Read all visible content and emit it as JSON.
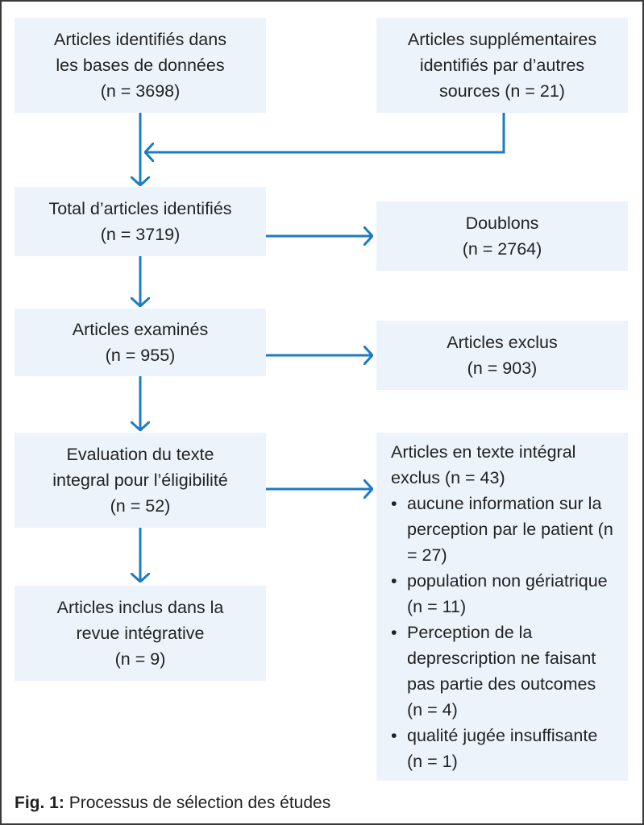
{
  "boxes": {
    "databases": {
      "lines": [
        "Articles identifiés dans",
        "les bases de données",
        "(n = 3698)"
      ]
    },
    "other_sources": {
      "lines": [
        "Articles supplémentaires",
        "identifiés par d’autres",
        "sources (n = 21)"
      ]
    },
    "total": {
      "lines": [
        "Total d’articles identifiés",
        "(n = 3719)"
      ]
    },
    "duplicates": {
      "lines": [
        "Doublons",
        "(n = 2764)"
      ]
    },
    "screened": {
      "lines": [
        "Articles examinés",
        "(n = 955)"
      ]
    },
    "excluded": {
      "lines": [
        "Articles exclus",
        "(n = 903)"
      ]
    },
    "eligibility": {
      "lines": [
        "Evaluation du texte",
        "integral pour l’éligibilité",
        "(n = 52)"
      ]
    },
    "included": {
      "lines": [
        "Articles inclus dans la",
        "revue intégrative",
        "(n = 9)"
      ]
    },
    "fulltext_excluded": {
      "heading": [
        "Articles en texte intégral",
        "exclus (n = 43)"
      ],
      "reasons": [
        "aucune information sur la perception par le patient (n = 27)",
        "population non gériatrique (n = 11)",
        "Perception de la deprescription ne faisant pas partie des outcomes (n = 4)",
        "qualité jugée insuffisante (n = 1)"
      ]
    }
  },
  "caption": {
    "label": "Fig. 1:",
    "text": "Processus de sélection des études"
  },
  "colors": {
    "box": "#edf3fb",
    "arrow": "#1b7cc0",
    "border": "#3a3a3a"
  }
}
